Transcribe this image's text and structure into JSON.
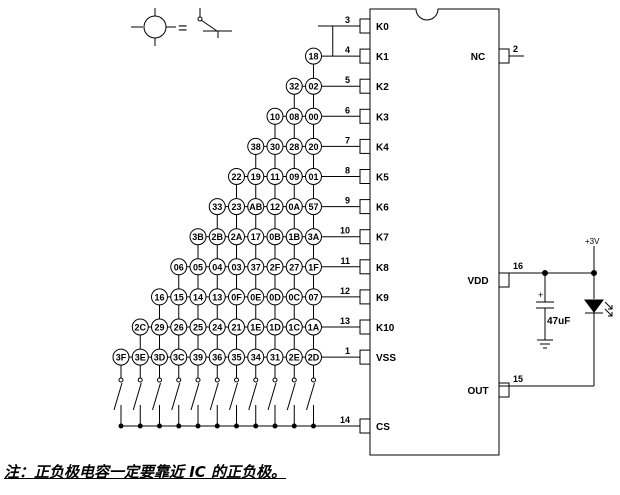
{
  "legend": {
    "equals": "="
  },
  "ic": {
    "inputs": [
      {
        "pin": "3",
        "name": "K0"
      },
      {
        "pin": "4",
        "name": "K1"
      },
      {
        "pin": "5",
        "name": "K2"
      },
      {
        "pin": "6",
        "name": "K3"
      },
      {
        "pin": "7",
        "name": "K4"
      },
      {
        "pin": "8",
        "name": "K5"
      },
      {
        "pin": "9",
        "name": "K6"
      },
      {
        "pin": "10",
        "name": "K7"
      },
      {
        "pin": "11",
        "name": "K8"
      },
      {
        "pin": "12",
        "name": "K9"
      },
      {
        "pin": "13",
        "name": "K10"
      },
      {
        "pin": "1",
        "name": "VSS"
      }
    ],
    "cs": {
      "pin": "14",
      "name": "CS"
    },
    "right_pins": [
      {
        "pin": "2",
        "name": "NC"
      },
      {
        "pin": "16",
        "name": "VDD"
      },
      {
        "pin": "15",
        "name": "OUT"
      }
    ]
  },
  "keys": [
    [
      "18"
    ],
    [
      "32",
      "02"
    ],
    [
      "10",
      "08",
      "00"
    ],
    [
      "38",
      "30",
      "28",
      "20"
    ],
    [
      "22",
      "19",
      "11",
      "09",
      "01"
    ],
    [
      "33",
      "23",
      "AB",
      "12",
      "0A",
      "57"
    ],
    [
      "3B",
      "2B",
      "2A",
      "17",
      "0B",
      "1B",
      "3A"
    ],
    [
      "06",
      "05",
      "04",
      "03",
      "37",
      "2F",
      "27",
      "1F"
    ],
    [
      "16",
      "15",
      "14",
      "13",
      "0F",
      "0E",
      "0D",
      "0C",
      "07"
    ],
    [
      "2C",
      "29",
      "26",
      "25",
      "24",
      "21",
      "1E",
      "1D",
      "1C",
      "1A"
    ],
    [
      "3F",
      "3E",
      "3D",
      "3C",
      "39",
      "36",
      "35",
      "34",
      "31",
      "2E",
      "2D"
    ]
  ],
  "power": {
    "voltage": "+3V"
  },
  "capacitor": {
    "value": "47uF",
    "polarity": "+"
  },
  "note": "注：正负极电容一定要靠近 IC 的正负极。"
}
